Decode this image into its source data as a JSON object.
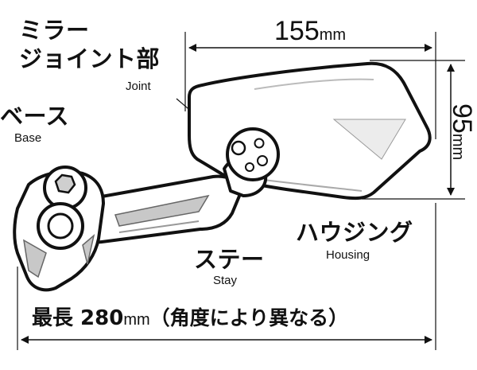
{
  "labels": {
    "mirror_joint_line1": "ミラー",
    "mirror_joint_line2": "ジョイント部",
    "joint_en": "Joint",
    "base_jp": "ベース",
    "base_en": "Base",
    "housing_jp": "ハウジング",
    "housing_en": "Housing",
    "stay_jp": "ステー",
    "stay_en": "Stay"
  },
  "dimensions": {
    "width_value": "155",
    "width_unit": "mm",
    "height_value": "95",
    "height_unit": "mm",
    "total_prefix": "最長 280",
    "total_unit": "mm",
    "total_note": "（角度により異なる）"
  },
  "colors": {
    "line": "#111111",
    "body_fill": "#ffffff",
    "shade": "#c8c8c8"
  }
}
